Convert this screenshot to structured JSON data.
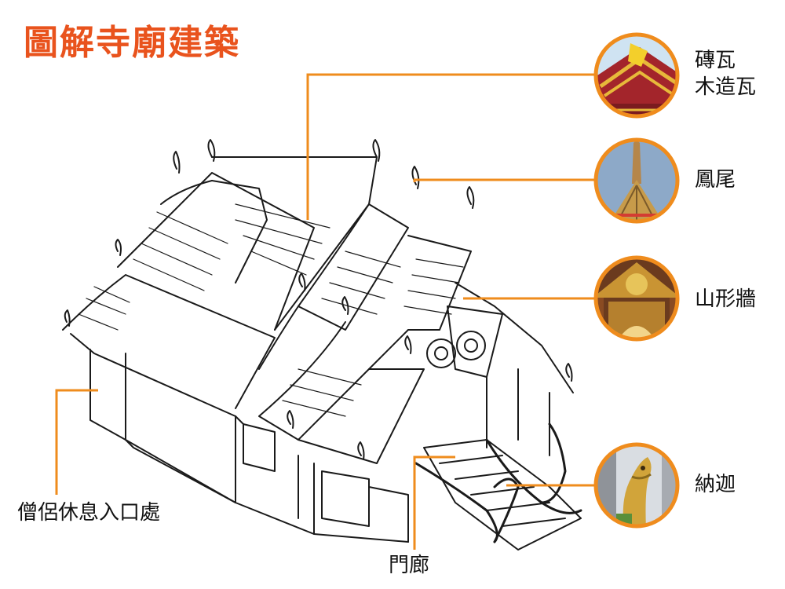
{
  "title": "圖解寺廟建築",
  "accent_color": "#ef8c1d",
  "title_color": "#e9531d",
  "labels": {
    "tiles_line1": "磚瓦",
    "tiles_line2": "木造瓦",
    "finial": "鳳尾",
    "gable": "山形牆",
    "naga": "納迦",
    "monk_entrance": "僧侶休息入口處",
    "porch": "門廊"
  },
  "photo_icons": [
    "roof-tiles-photo",
    "finial-photo",
    "gable-photo",
    "naga-photo"
  ]
}
